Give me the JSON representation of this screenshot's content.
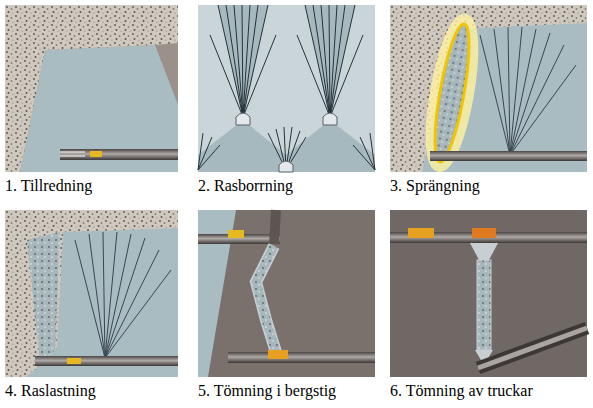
{
  "diagram": {
    "labels": [
      "1. Tillredning",
      "2. Rasborrning",
      "3. Sprängning",
      "4. Raslastning",
      "5. Tömning i bergstig",
      "6. Tömning av truckar"
    ]
  }
}
